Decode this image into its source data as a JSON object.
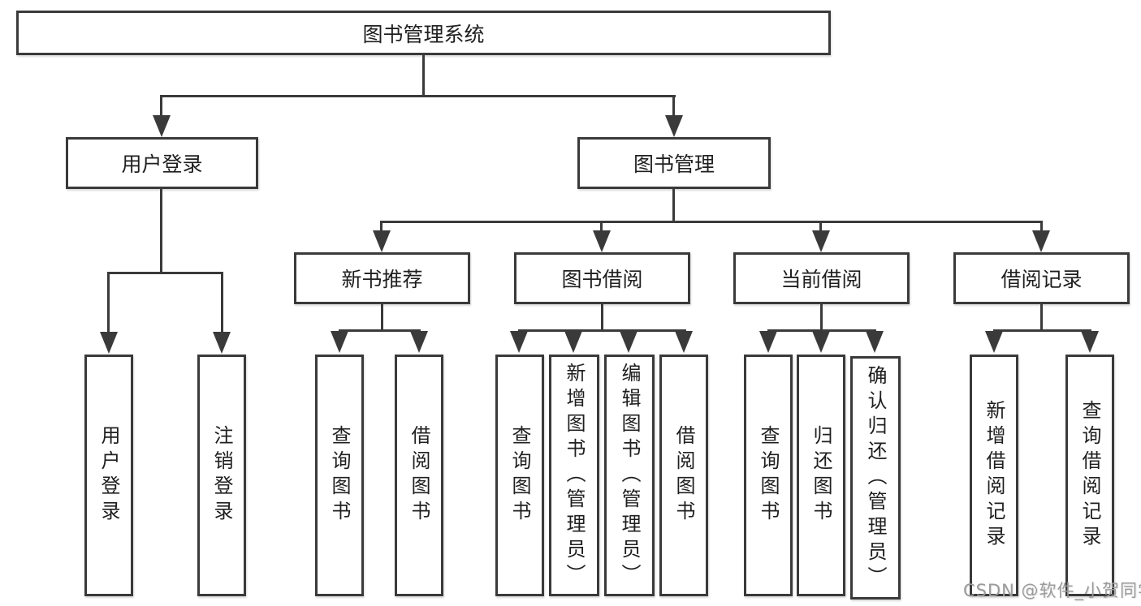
{
  "colors": {
    "line": "#3a3a3a",
    "text": "#1f1f1f",
    "box_bg": "#ffffff",
    "watermark": "#9b9b9b",
    "background": "#ffffff"
  },
  "watermark": {
    "text": "CSDN @软件_小贺同学"
  },
  "tree": {
    "root": {
      "label": "图书管理系统"
    },
    "user_login": {
      "label": "用户登录",
      "children": [
        {
          "label": "用户登录"
        },
        {
          "label": "注销登录"
        }
      ]
    },
    "book_mgmt": {
      "label": "图书管理",
      "children": [
        {
          "label": "新书推荐",
          "children": [
            {
              "label": "查询图书"
            },
            {
              "label": "借阅图书"
            }
          ]
        },
        {
          "label": "图书借阅",
          "children": [
            {
              "label": "查询图书"
            },
            {
              "label": "新增图书（管理员）"
            },
            {
              "label": "编辑图书（管理员）"
            },
            {
              "label": "借阅图书"
            }
          ]
        },
        {
          "label": "当前借阅",
          "children": [
            {
              "label": "查询图书"
            },
            {
              "label": "归还图书"
            },
            {
              "label": "确认归还（管理员）"
            }
          ]
        },
        {
          "label": "借阅记录",
          "children": [
            {
              "label": "新增借阅记录"
            },
            {
              "label": "查询借阅记录"
            }
          ]
        }
      ]
    }
  }
}
